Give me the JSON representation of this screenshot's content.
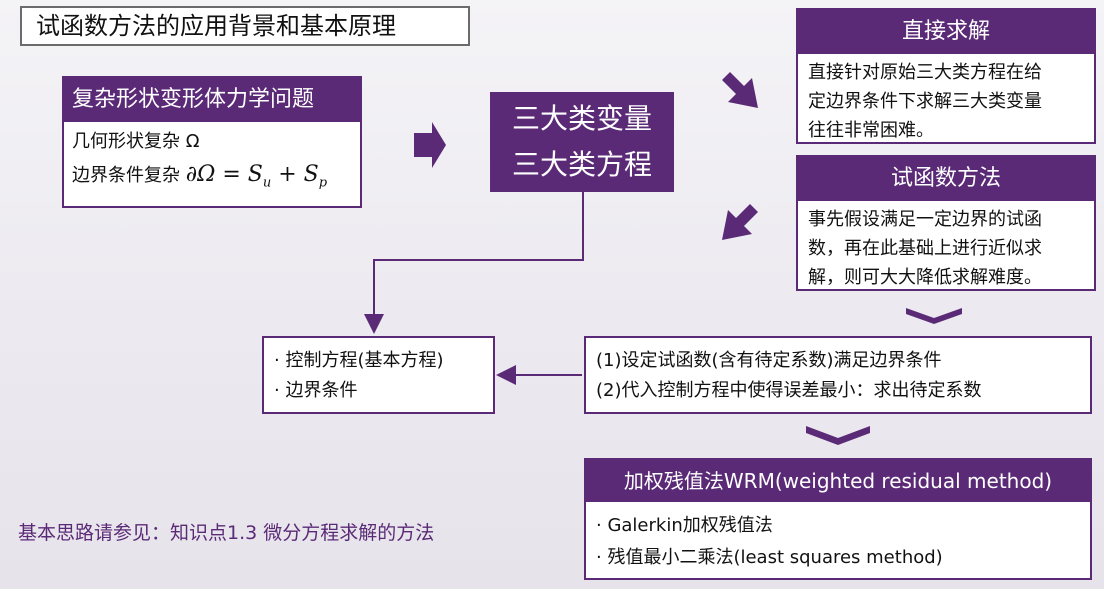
{
  "title": "试函数方法的应用背景和基本原理",
  "problem": {
    "header": "复杂形状变形体力学问题",
    "line1": "几何形状复杂 Ω",
    "line2_prefix": "边界条件复杂",
    "line2_math": "∂Ω = Su + Sp"
  },
  "center": {
    "line1": "三大类变量",
    "line2": "三大类方程"
  },
  "direct": {
    "header": "直接求解",
    "body": [
      "直接针对原始三大类方程在给",
      "定边界条件下求解三大类变量",
      "往往非常困难。"
    ]
  },
  "trial": {
    "header": "试函数方法",
    "body": [
      "事先假设满足一定边界的试函",
      "数，再在此基础上进行近似求",
      "解，则可大大降低求解难度。"
    ]
  },
  "control": {
    "items": [
      "· 控制方程(基本方程)",
      "· 边界条件"
    ]
  },
  "steps": {
    "items": [
      "(1)设定试函数(含有待定系数)满足边界条件",
      "(2)代入控制方程中使得误差最小：求出待定系数"
    ]
  },
  "wrm": {
    "header": "加权残值法WRM(weighted residual method)",
    "items": [
      "· Galerkin加权残值法",
      "· 残值最小二乘法(least squares method)"
    ]
  },
  "note": "基本思路请参见：知识点1.3 微分方程求解的方法",
  "colors": {
    "purple": "#5b2a77",
    "border_gray": "#6b6b6b"
  }
}
